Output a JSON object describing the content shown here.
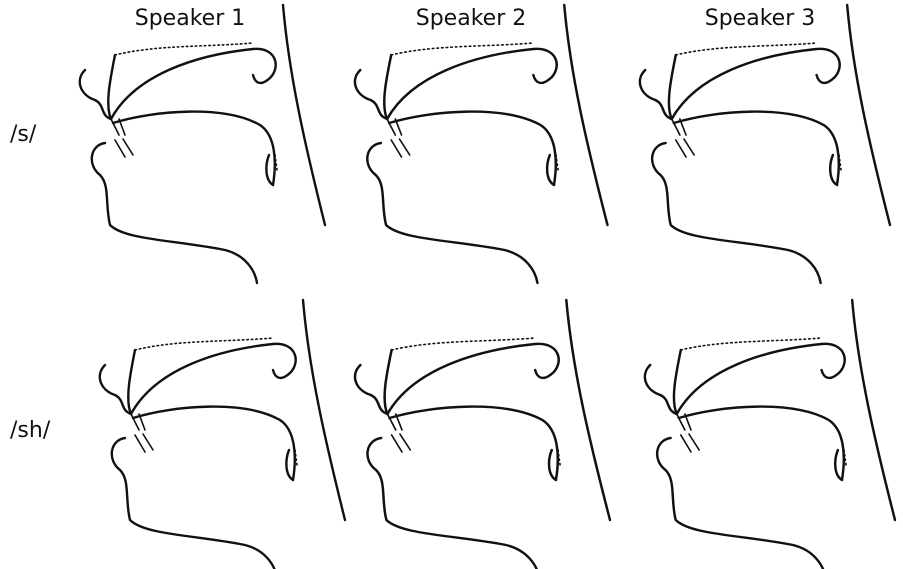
{
  "columns": [
    "Speaker 1",
    "Speaker 2",
    "Speaker 3"
  ],
  "rows": [
    "/s/",
    "/sh/"
  ]
}
